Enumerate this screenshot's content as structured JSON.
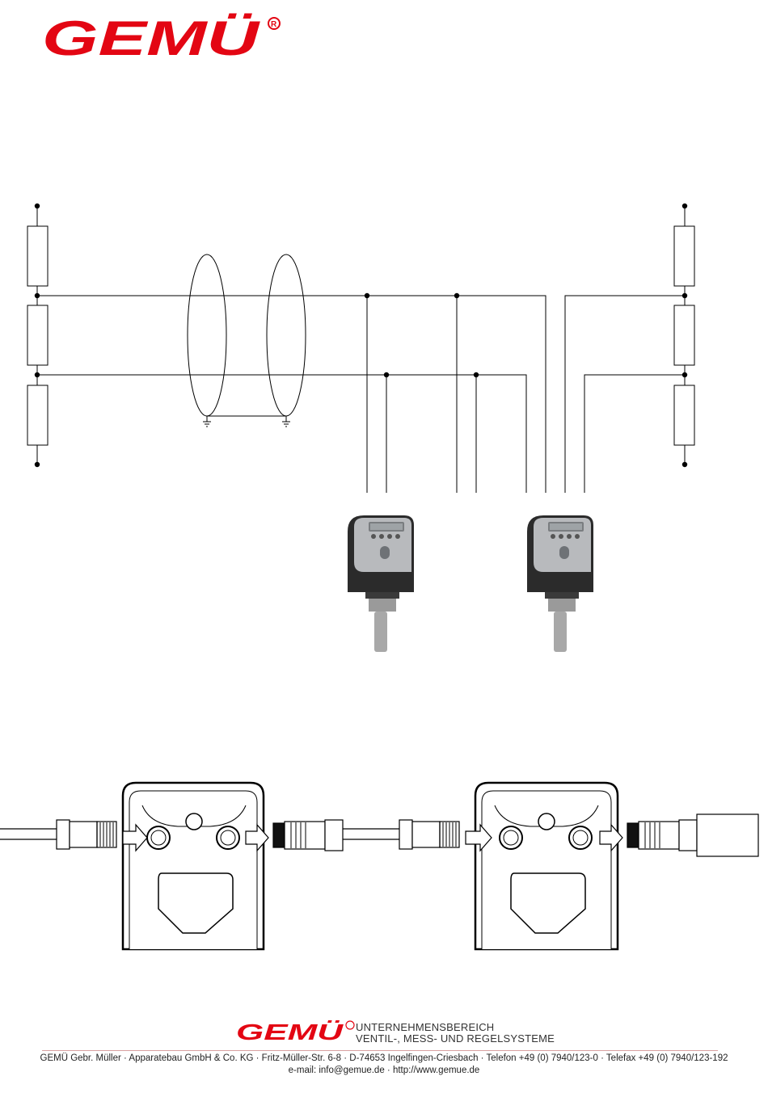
{
  "header": {
    "brand": "GEMÜ"
  },
  "footer": {
    "brand": "GEMÜ",
    "division_line1": "UNTERNEHMENSBEREICH",
    "division_line2": "VENTIL-, MESS- UND REGELSYSTEME",
    "company_line": "GEMÜ Gebr. Müller · Apparatebau GmbH & Co. KG · Fritz-Müller-Str. 6-8 · D-74653 Ingelfingen-Criesbach · Telefon +49 (0) 7940/123-0 · Telefax +49 (0) 7940/123-192",
    "contact_line": "e-mail: info@gemue.de · http://www.gemue.de"
  },
  "colors": {
    "brand_red": "#e30613",
    "line": "#000000",
    "device_grey": "#b8babd",
    "device_dark": "#2b2b2b"
  }
}
